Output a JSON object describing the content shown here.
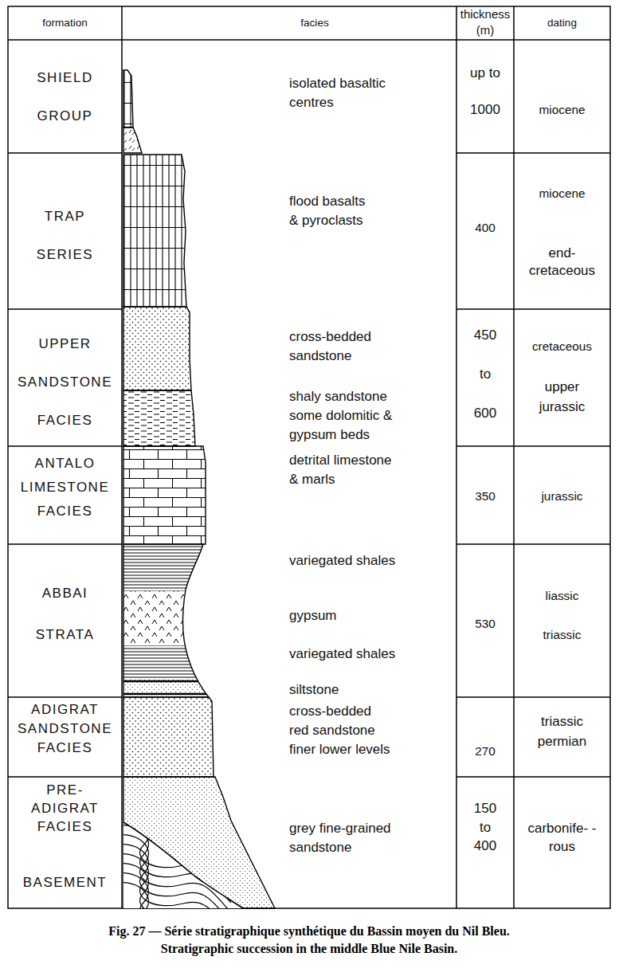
{
  "diagram": {
    "caption": "Fig. 27 — Série stratigraphique synthétique du Bassin moyen du Nil Bleu. Stratigraphic succession in the middle Blue Nile Basin.",
    "nodes": [
      {
        "text": [
          "formation"
        ]
      },
      {
        "text": [
          "facies"
        ]
      },
      {
        "text": [
          "thickness (m)"
        ]
      },
      {
        "text": [
          "dating"
        ]
      },
      {
        "text": [
          "SHIELD GROUP"
        ]
      },
      {
        "text": [
          "up to 1000"
        ]
      },
      {
        "text": [
          "miocene"
        ]
      },
      {
        "text": [
          "TRAP SERIES"
        ]
      },
      {
        "text": [
          "400"
        ]
      },
      {
        "text": [
          "miocene",
          "end- cretaceous"
        ]
      },
      {
        "text": [
          "UPPER SANDSTONE FACIES"
        ]
      },
      {
        "text": [
          "450 to 600"
        ]
      },
      {
        "text": [
          "cretaceous",
          "upper jurassic"
        ]
      },
      {
        "text": [
          "ANTALO LIMESTONE FACIES"
        ]
      },
      {
        "text": [
          "350"
        ]
      },
      {
        "text": [
          "jurassic"
        ]
      },
      {
        "text": [
          "ABBAI STRATA"
        ]
      },
      {
        "text": [
          "530"
        ]
      },
      {
        "text": [
          "liassic",
          "triassic"
        ]
      },
      {
        "text": [
          "ADIGRAT SANDSTONE FACIES"
        ]
      },
      {
        "text": [
          "270"
        ]
      },
      {
        "text": [
          "triassic permian"
        ]
      },
      {
        "text": [
          "PRE- ADIGRAT FACIES",
          "BASEMENT"
        ]
      },
      {
        "text": [
          "150 to 400"
        ]
      },
      {
        "text": [
          "carbonife- -rous"
        ]
      }
    ],
    "labels": [
      "isolated basaltic centres",
      "flood basalts & pyroclasts",
      "cross-bedded sandstone",
      "shaly sandstone some dolomitic & gypsum beds",
      "detrital limestone & marls",
      "variegated shales",
      "gypsum",
      "variegated shales",
      "siltstone",
      "cross-bedded red sandstone finer lower levels",
      "grey fine-grained sandstone"
    ]
  }
}
